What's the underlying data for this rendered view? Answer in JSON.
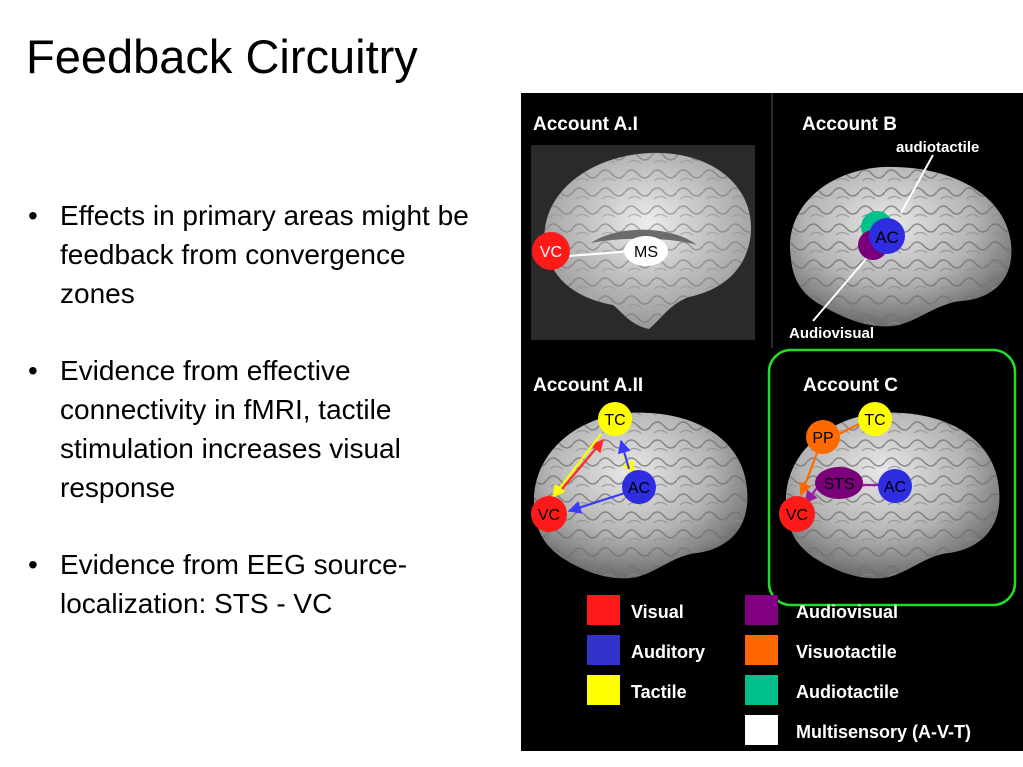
{
  "slide": {
    "title": "Feedback Circuitry",
    "bullets": [
      "Effects in primary areas might be feedback from convergence zones",
      "Evidence from effective connectivity in fMRI, tactile stimulation increases visual response",
      "Evidence from EEG source-localization: STS - VC"
    ]
  },
  "figure": {
    "panels": {
      "a1": {
        "title": "Account A.I",
        "labels": {
          "vc": "VC",
          "ms": "MS"
        }
      },
      "b": {
        "title": "Account B",
        "labels": {
          "ac": "AC",
          "audiotactile": "audiotactile",
          "audiovisual": "Audiovisual"
        }
      },
      "a2": {
        "title": "Account A.II",
        "labels": {
          "tc": "TC",
          "ac": "AC",
          "vc": "VC"
        }
      },
      "c": {
        "title": "Account C",
        "labels": {
          "pp": "PP",
          "tc": "TC",
          "sts": "STS",
          "ac": "AC",
          "vc": "VC"
        }
      }
    },
    "legend": [
      {
        "label": "Visual",
        "color": "#ff1a1a"
      },
      {
        "label": "Audiovisual",
        "color": "#800080"
      },
      {
        "label": "Auditory",
        "color": "#3333cc"
      },
      {
        "label": "Visuotactile",
        "color": "#ff6600"
      },
      {
        "label": "Tactile",
        "color": "#ffff00"
      },
      {
        "label": "Audiotactile",
        "color": "#00c08b"
      },
      {
        "label": "Multisensory (A-V-T)",
        "color": "#ffffff"
      }
    ],
    "highlight_color": "#22dd22"
  }
}
